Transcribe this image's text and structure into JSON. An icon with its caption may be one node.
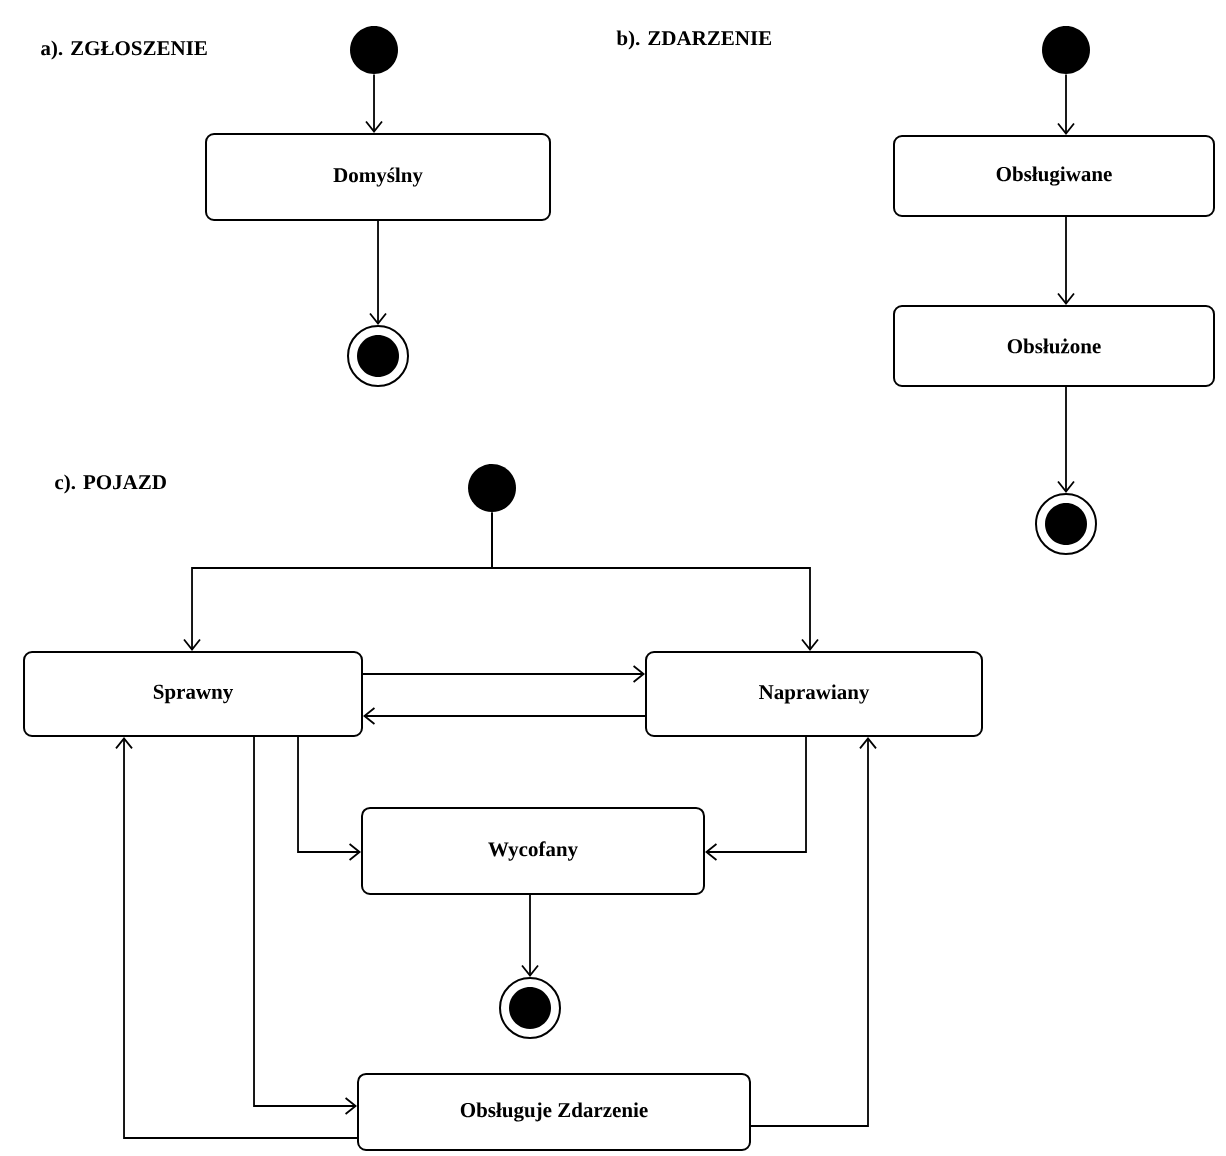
{
  "diagram": {
    "nodes": [
      {
        "text": [],
        "shape": "circle"
      },
      {
        "text": [
          "Domyślny"
        ]
      },
      {
        "text": [],
        "shape": "bullseye"
      },
      {
        "text": [],
        "shape": "circle"
      },
      {
        "text": [
          "Obsługiwane"
        ]
      },
      {
        "text": [
          "Obsłużone"
        ]
      },
      {
        "text": [],
        "shape": "bullseye"
      },
      {
        "text": [],
        "shape": "circle"
      },
      {
        "text": [
          "Sprawny"
        ]
      },
      {
        "text": [
          "Naprawiany"
        ]
      },
      {
        "text": [
          "Wycofany"
        ]
      },
      {
        "text": [],
        "shape": "bullseye"
      },
      {
        "text": [
          "Obsługuje Zdarzenie"
        ]
      }
    ],
    "edges": [
      {
        "from": 0,
        "to": 1,
        "arrow": "to"
      },
      {
        "from": 1,
        "to": 2,
        "arrow": "to"
      },
      {
        "from": 3,
        "to": 4,
        "arrow": "to"
      },
      {
        "from": 4,
        "to": 5,
        "arrow": "to"
      },
      {
        "from": 5,
        "to": 6,
        "arrow": "to"
      },
      {
        "from": 7,
        "to": 8,
        "arrow": "to"
      },
      {
        "from": 7,
        "to": 9,
        "arrow": "to"
      },
      {
        "from": 8,
        "to": 9,
        "arrow": "to"
      },
      {
        "from": 9,
        "to": 8,
        "arrow": "to"
      },
      {
        "from": 8,
        "to": 10,
        "arrow": "to"
      },
      {
        "from": 9,
        "to": 10,
        "arrow": "to"
      },
      {
        "from": 10,
        "to": 11,
        "arrow": "to"
      },
      {
        "from": 8,
        "to": 12,
        "arrow": "to"
      },
      {
        "from": 12,
        "to": 8,
        "arrow": "to"
      },
      {
        "from": 12,
        "to": 9,
        "arrow": "to"
      }
    ],
    "labels": [
      "a). ZGŁOSZENIE",
      "b). ZDARZENIE",
      "c). POJAZD"
    ]
  }
}
